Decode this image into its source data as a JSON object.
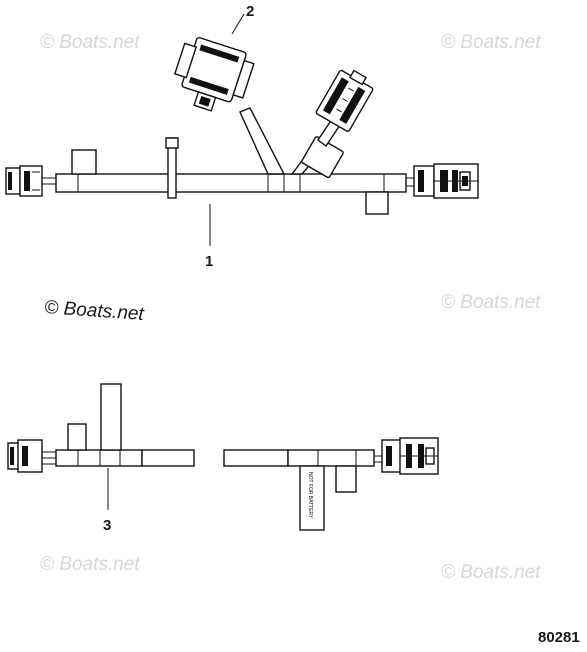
{
  "watermarks": [
    "© Boats.net",
    "© Boats.net",
    "© Boats.net",
    "© Boats.net",
    "© Boats.net",
    "© Boats.net"
  ],
  "callouts": [
    "2",
    "1",
    "3"
  ],
  "figure_number": "80281",
  "label_text": "NOT FOR BATTERY"
}
